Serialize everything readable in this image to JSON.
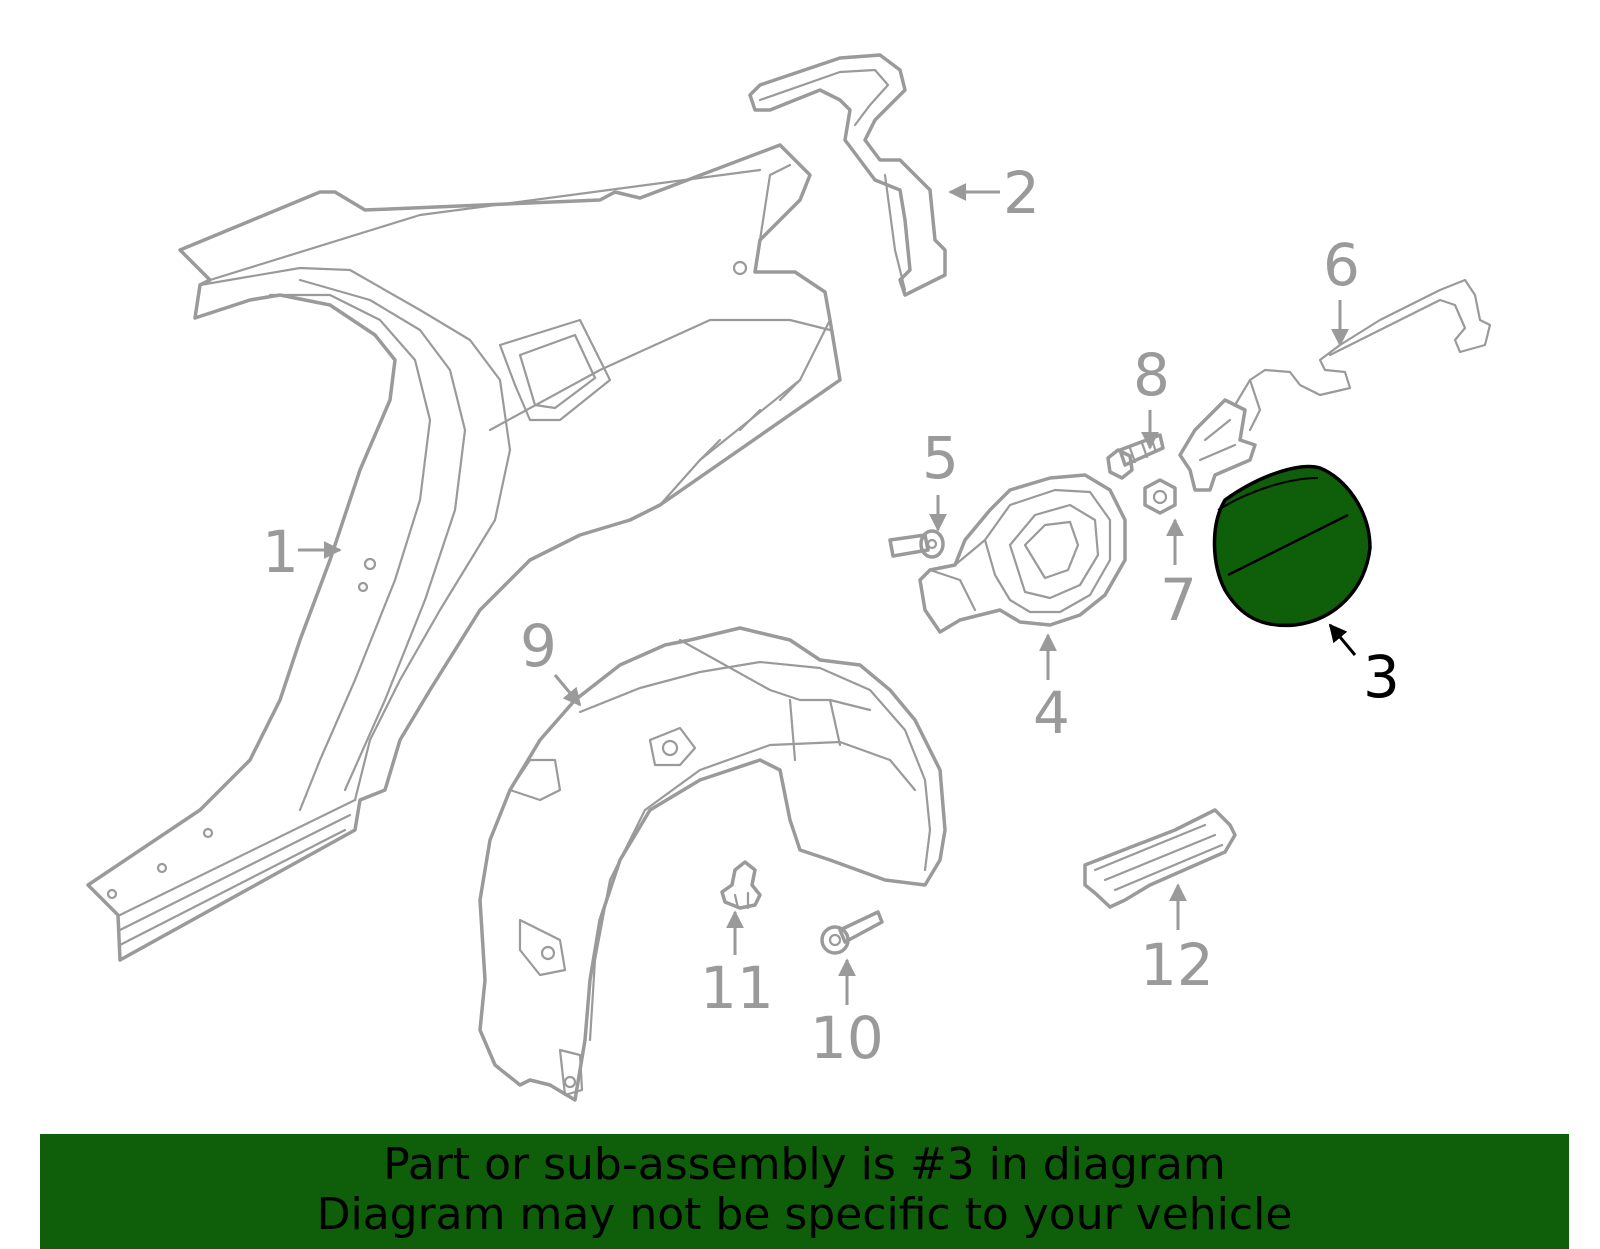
{
  "highlight_color": "#0f5e0a",
  "callout_color": "#9a9a9a",
  "highlighted_part": "3",
  "callouts": {
    "c1": "1",
    "c2": "2",
    "c3": "3",
    "c4": "4",
    "c5": "5",
    "c6": "6",
    "c7": "7",
    "c8": "8",
    "c9": "9",
    "c10": "10",
    "c11": "11",
    "c12": "12"
  },
  "banner": {
    "line1": "Part or sub-assembly is #3 in diagram",
    "line2": "Diagram may not be specific to your vehicle"
  }
}
